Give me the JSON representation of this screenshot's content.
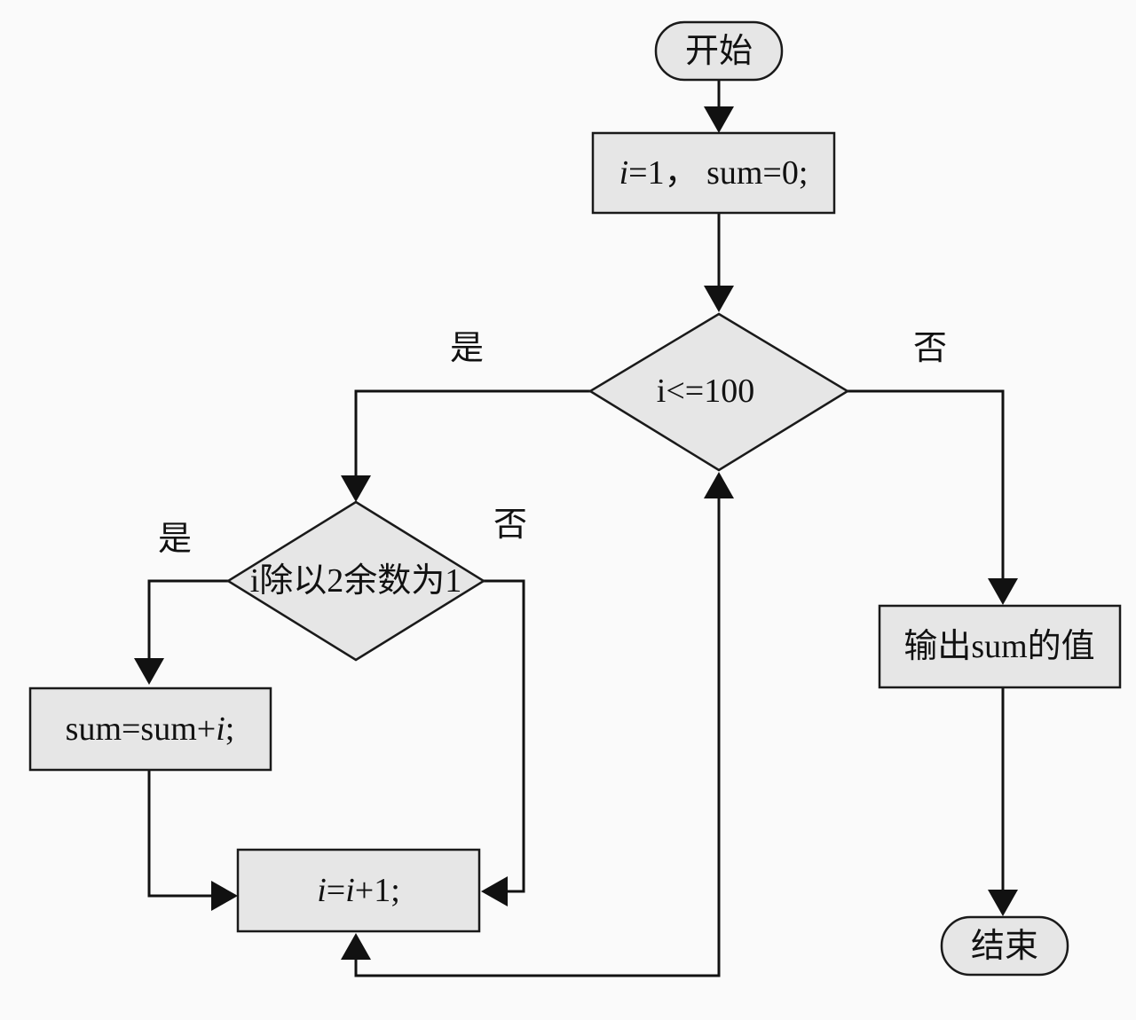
{
  "flowchart": {
    "start": "开始",
    "init": {
      "var_i": "i",
      "rest": "=1， sum=0;"
    },
    "cond_loop": {
      "var_i": "i",
      "rest": "<=100"
    },
    "cond_odd": {
      "var_i": "i",
      "rest": "除以2余数为1"
    },
    "accumulate": {
      "lhs": "sum=sum+",
      "var_i": "i",
      "tail": ";"
    },
    "increment": {
      "var_i1": "i",
      "eq": "=",
      "var_i2": "i",
      "tail": "+1;"
    },
    "output": "输出sum的值",
    "end": "结束",
    "labels": {
      "loop_yes": "是",
      "loop_no": "否",
      "odd_yes": "是",
      "odd_no": "否"
    }
  },
  "colors": {
    "node_fill": "#e6e6e6",
    "stroke": "#111111",
    "background": "#fafafa"
  }
}
